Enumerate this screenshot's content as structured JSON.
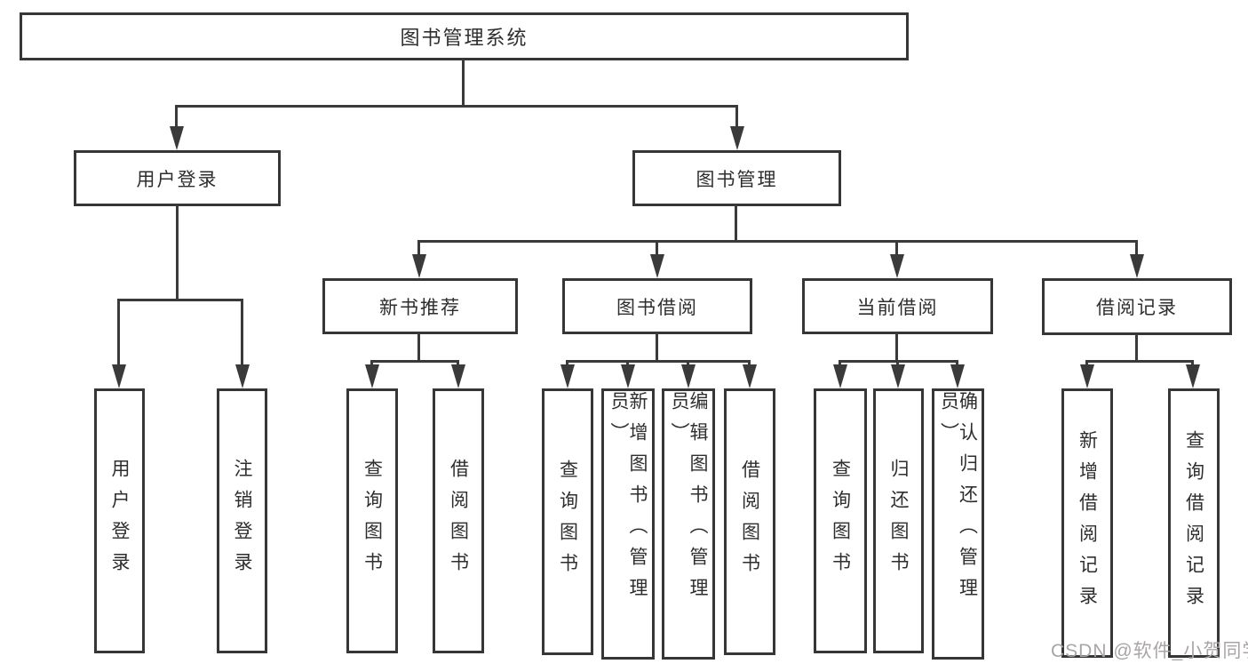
{
  "tree": {
    "root": {
      "label": "图书管理系统"
    },
    "branches": [
      {
        "label": "用户登录",
        "children": [
          {
            "label": "用户登录"
          },
          {
            "label": "注销登录"
          }
        ]
      },
      {
        "label": "图书管理",
        "groups": [
          {
            "label": "新书推荐",
            "children": [
              {
                "label": "查询图书"
              },
              {
                "label": "借阅图书"
              }
            ]
          },
          {
            "label": "图书借阅",
            "children": [
              {
                "label": "查询图书"
              },
              {
                "label": "新增图书（管理员）"
              },
              {
                "label": "编辑图书（管理员）"
              },
              {
                "label": "借阅图书"
              }
            ]
          },
          {
            "label": "当前借阅",
            "children": [
              {
                "label": "查询图书"
              },
              {
                "label": "归还图书"
              },
              {
                "label": "确认归还（管理员）"
              }
            ]
          },
          {
            "label": "借阅记录",
            "children": [
              {
                "label": "新增借阅记录"
              },
              {
                "label": "查询借阅记录"
              }
            ]
          }
        ]
      }
    ]
  },
  "watermark": {
    "text": "CSDN @软件_小贺同学"
  },
  "colors": {
    "line": "#3a3a3a",
    "border": "#363636",
    "text": "#2e2e2e",
    "watermark": "#a9a5a5",
    "background": "#ffffff"
  }
}
